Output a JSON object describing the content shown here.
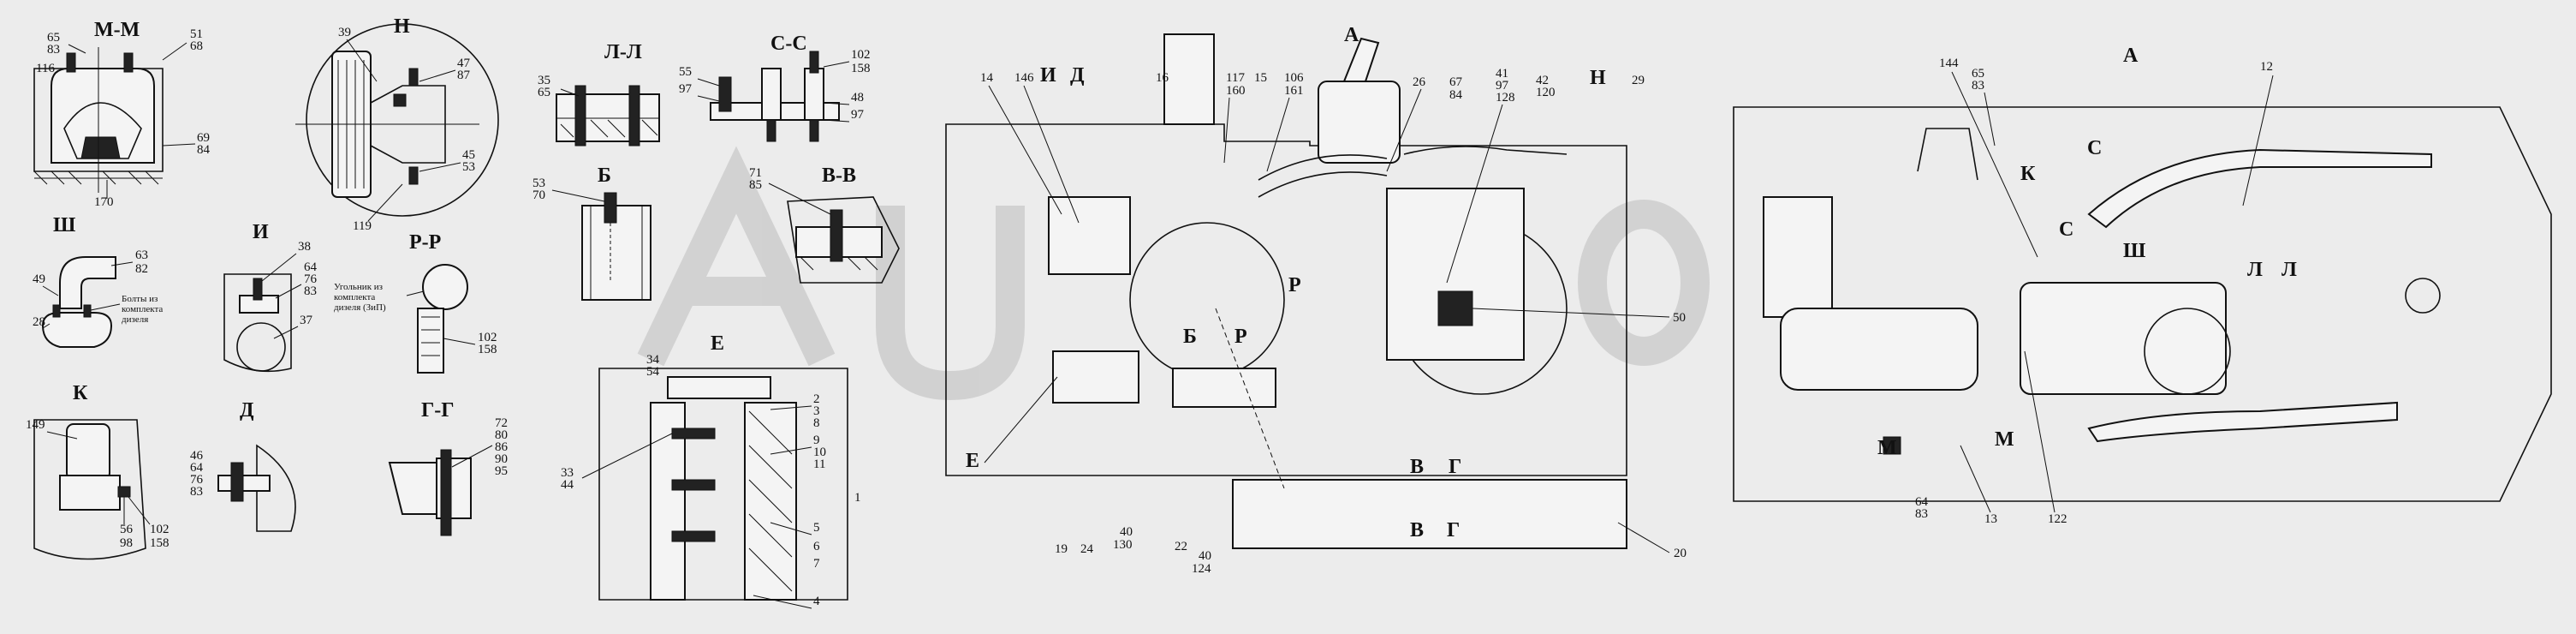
{
  "views": {
    "mm": "М-М",
    "n_top": "Н",
    "ll": "Л-Л",
    "ss": "С-С",
    "sh": "Ш",
    "i": "И",
    "b": "Б",
    "vv": "В-В",
    "rr": "Р-Р",
    "k": "К",
    "d": "Д",
    "gg": "Г-Г",
    "e": "Е",
    "a": "А"
  },
  "notes": {
    "bolts": [
      "Болты из",
      "комплекта",
      "дизеля"
    ],
    "fittings": [
      "Угольник из",
      "комплекта",
      "дизеля (ЗиП)"
    ]
  },
  "callouts": {
    "mm": [
      "65",
      "83",
      "116",
      "51",
      "68",
      "69",
      "84",
      "170"
    ],
    "n": [
      "39",
      "47",
      "87",
      "45",
      "53",
      "119"
    ],
    "ll": [
      "35",
      "65"
    ],
    "ss": [
      "55",
      "97",
      "102",
      "158",
      "48",
      "97"
    ],
    "sh": [
      "63",
      "82",
      "49",
      "28"
    ],
    "i": [
      "38",
      "64",
      "76",
      "83",
      "37"
    ],
    "b": [
      "53",
      "70"
    ],
    "vv": [
      "71",
      "85"
    ],
    "rr": [
      "102",
      "158"
    ],
    "k": [
      "149",
      "56",
      "98",
      "102",
      "158"
    ],
    "d": [
      "46",
      "64",
      "76",
      "83"
    ],
    "gg": [
      "72",
      "80",
      "86",
      "90",
      "95"
    ],
    "e": [
      "34",
      "54",
      "2",
      "3",
      "8",
      "9",
      "10",
      "11",
      "1",
      "5",
      "6",
      "7",
      "4",
      "33",
      "44"
    ],
    "main": [
      "14",
      "146",
      "Д",
      "И",
      "16",
      "117",
      "160",
      "15",
      "106",
      "161",
      "26",
      "67",
      "84",
      "41",
      "97",
      "128",
      "42",
      "120",
      "Н",
      "29",
      "А",
      "Б",
      "Р",
      "Р",
      "50",
      "Е",
      "В",
      "Г",
      "В",
      "Г",
      "19",
      "24",
      "40",
      "130",
      "22",
      "40",
      "124",
      "20"
    ],
    "plan": [
      "144",
      "65",
      "83",
      "12",
      "К",
      "С",
      "С",
      "Ш",
      "Л",
      "Л",
      "М",
      "М",
      "64",
      "83",
      "13",
      "122"
    ]
  }
}
